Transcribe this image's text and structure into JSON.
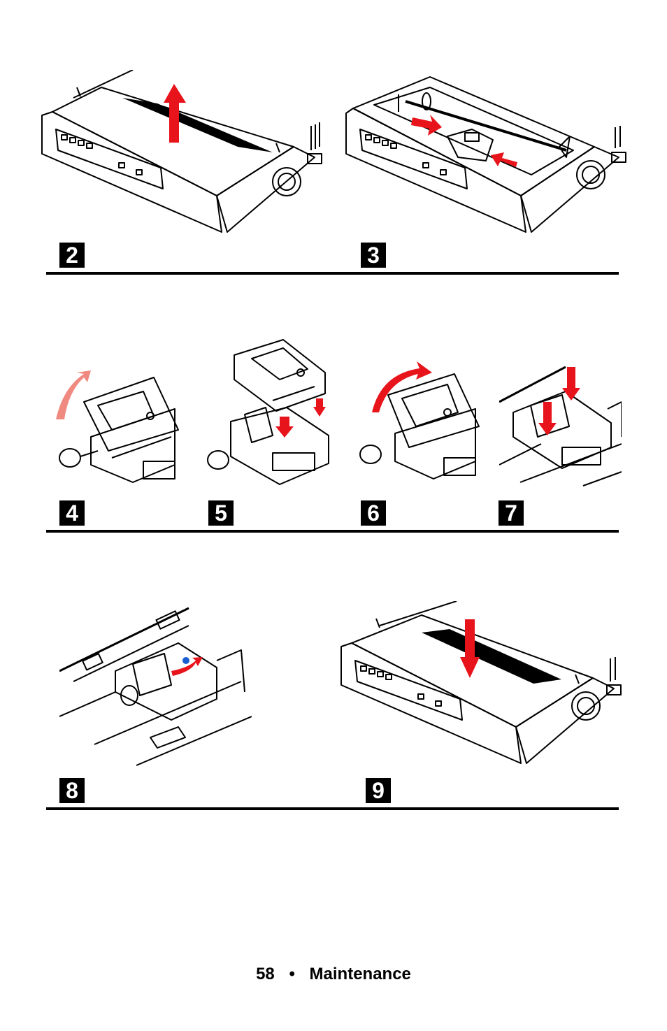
{
  "steps": [
    "2",
    "3",
    "4",
    "5",
    "6",
    "7",
    "8",
    "9"
  ],
  "footer": {
    "page_number": "58",
    "separator": "•",
    "section": "Maintenance"
  },
  "colors": {
    "arrow": "#e8141b",
    "arrow_faded": "#f08a80",
    "ink": "#000000",
    "accent_blue": "#1a5fd0"
  }
}
